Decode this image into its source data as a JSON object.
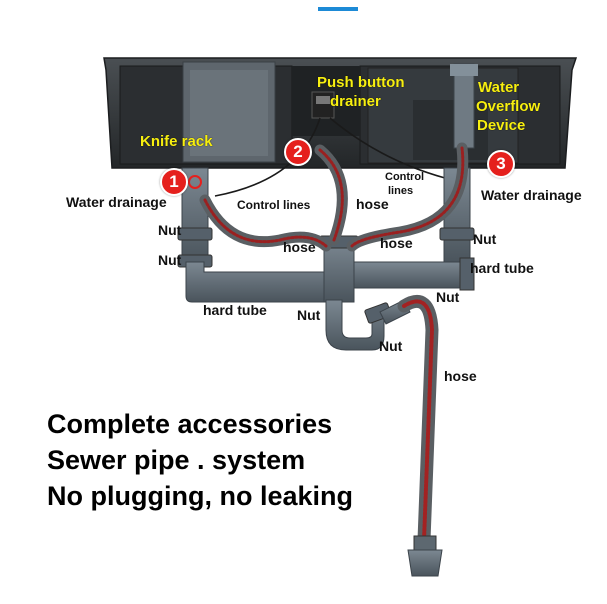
{
  "labels": {
    "knife_rack": "Knife rack",
    "push_button_line1": "Push button",
    "push_button_line2": "drainer",
    "overflow_line1": "Water",
    "overflow_line2": "Overflow",
    "overflow_line3": "Device",
    "water_drainage_left": "Water drainage",
    "water_drainage_right": "Water drainage",
    "control_lines_left": "Control lines",
    "control_lines_right_1": "Control",
    "control_lines_right_2": "lines",
    "hose_center": "hose",
    "hose_right_top": "hose",
    "hose_right_mid": "hose",
    "hose_drain": "hose",
    "nut_1": "Nut",
    "nut_2": "Nut",
    "nut_3": "Nut",
    "nut_4": "Nut",
    "nut_5": "Nut",
    "nut_6": "Nut",
    "hard_tube_left": "hard tube",
    "hard_tube_right": "hard tube"
  },
  "badges": [
    "1",
    "2",
    "3"
  ],
  "tagline": [
    "Complete accessories",
    "Sewer pipe . system",
    "No plugging, no leaking"
  ],
  "colors": {
    "badge": "#e5201d",
    "highlight_text": "#f7ef10",
    "hose": "#8a1a1a",
    "pipe": "#5b6670",
    "sink": "#2f3336",
    "accent_bar": "#1d8ad6"
  }
}
